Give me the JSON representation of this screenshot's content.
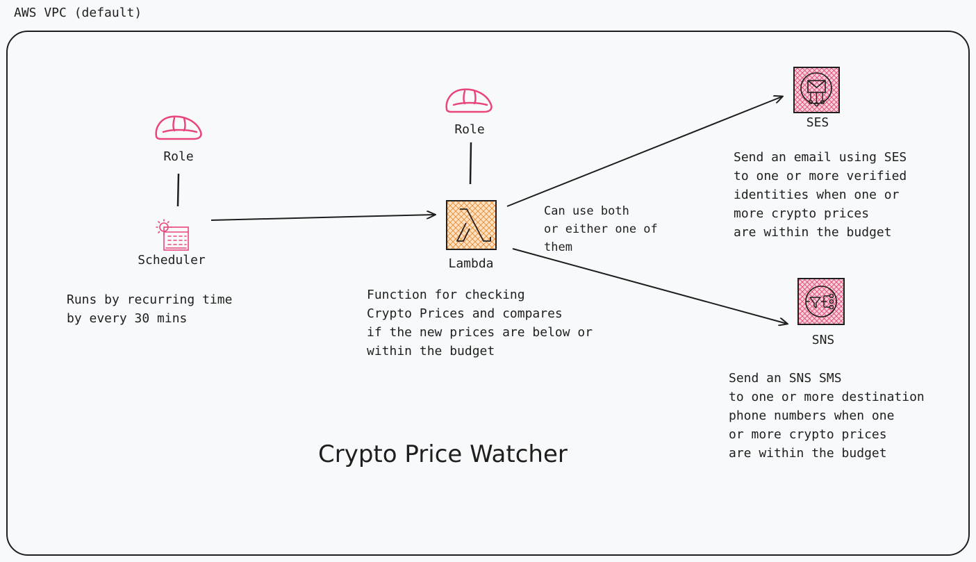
{
  "vpc": {
    "label": "AWS VPC (default)"
  },
  "title": "Crypto Price Watcher",
  "nodes": {
    "scheduler": {
      "label": "Scheduler",
      "icon": "eventbridge-scheduler-icon",
      "description": "Runs by recurring time\nby every 30 mins"
    },
    "scheduler_role": {
      "label": "Role",
      "icon": "iam-role-hard-hat-icon"
    },
    "lambda": {
      "label": "Lambda",
      "icon": "lambda-icon",
      "description": "Function for checking\nCrypto Prices and compares\nif the new prices are below or\nwithin the budget"
    },
    "lambda_role": {
      "label": "Role",
      "icon": "iam-role-hard-hat-icon"
    },
    "ses": {
      "label": "SES",
      "icon": "ses-email-icon",
      "description": "Send an email using SES\nto one or more verified\nidentities when one or\nmore crypto prices\nare within the budget"
    },
    "sns": {
      "label": "SNS",
      "icon": "sns-topic-icon",
      "description": "Send an SNS SMS\nto one or more destination\nphone numbers when one\nor more crypto prices\nare within the budget"
    }
  },
  "edge_note": "Can use both\nor either one of\nthem",
  "colors": {
    "role": "#e8457a",
    "lambda_fill": "#f29b3f",
    "ses_sns_fill": "#e8487a",
    "stroke": "#1e1e1e"
  }
}
